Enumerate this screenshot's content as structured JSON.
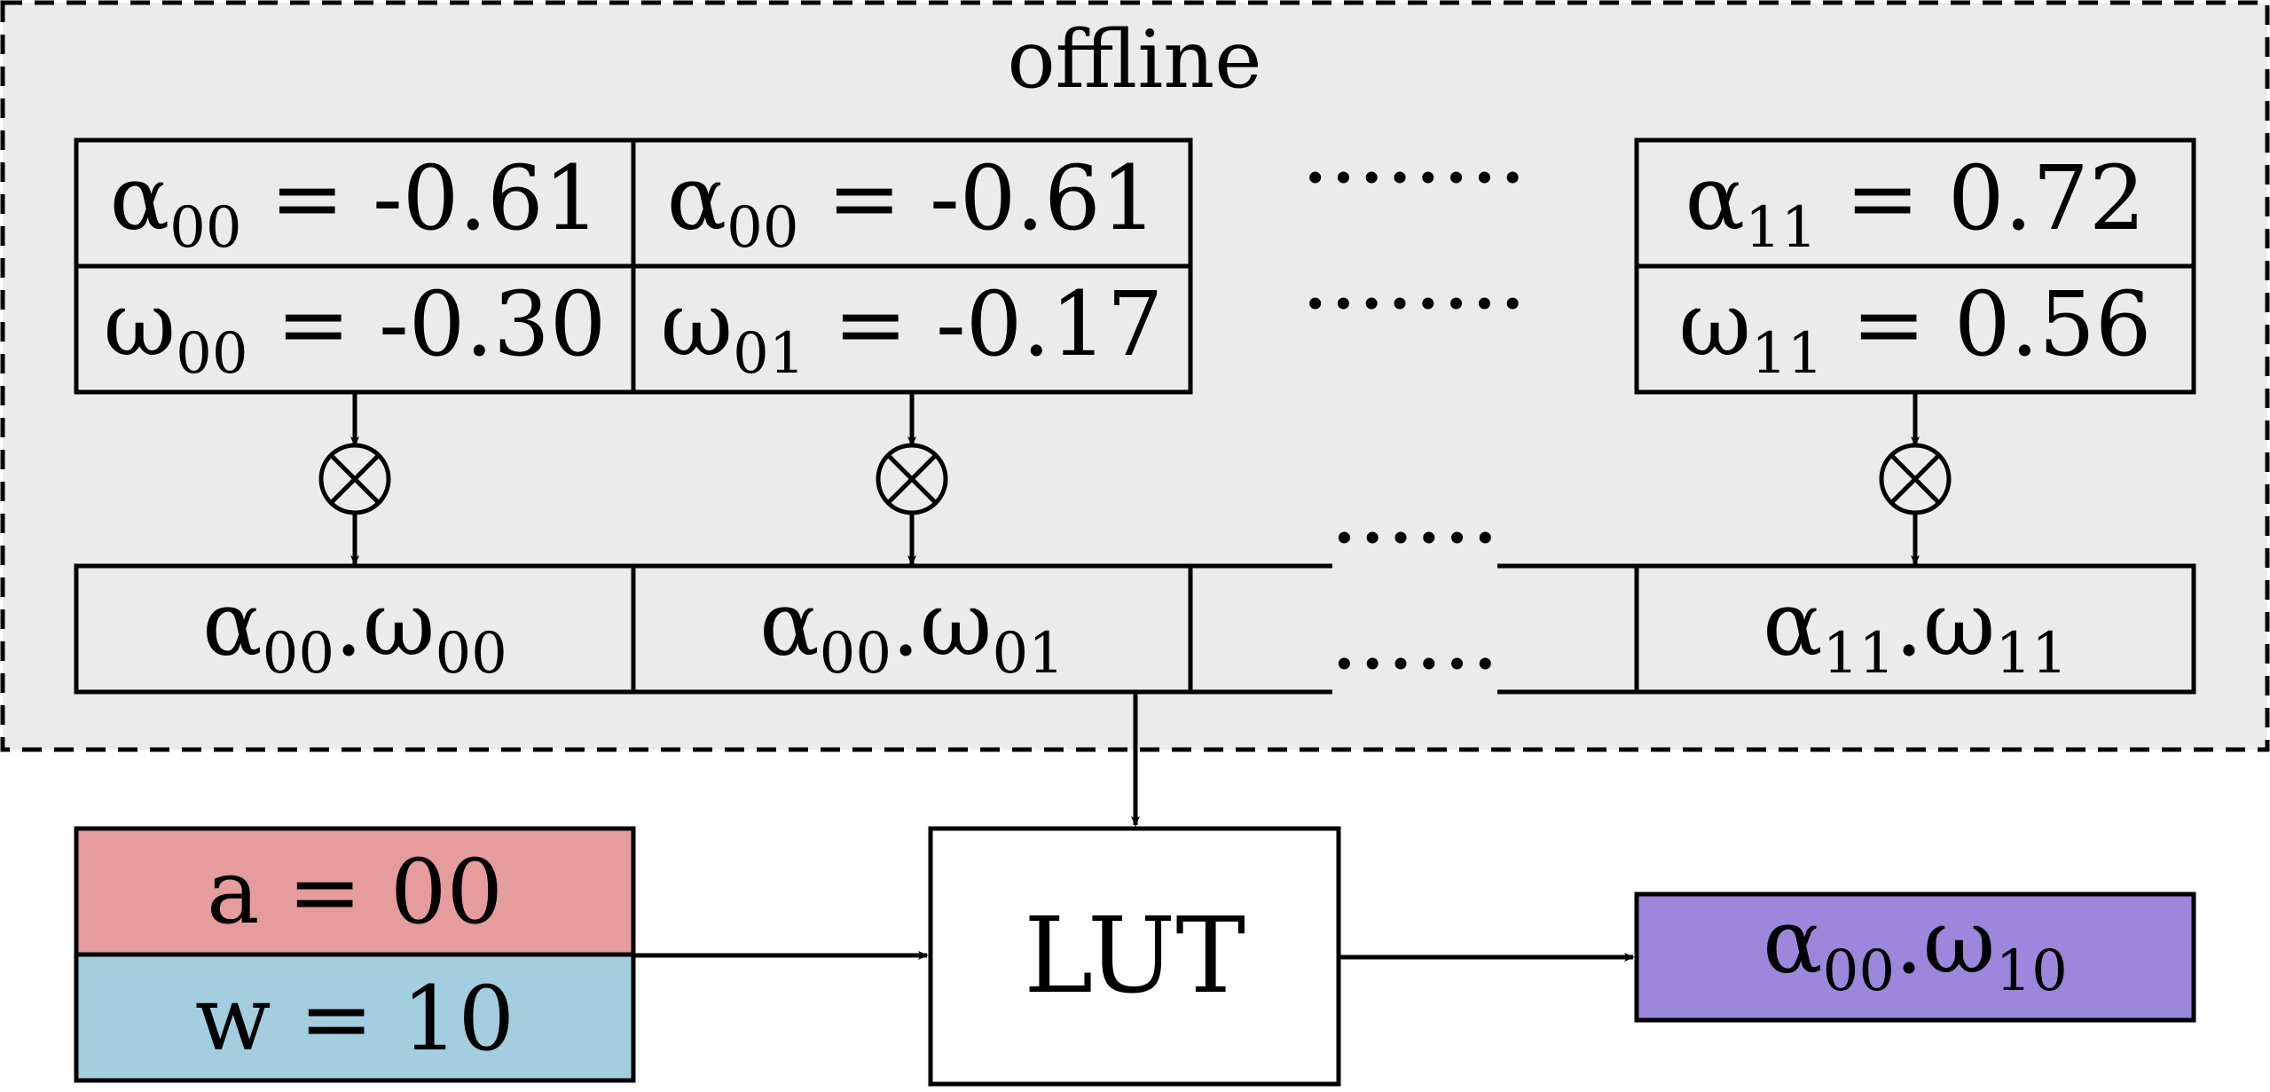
{
  "offline_label": "offline",
  "colors": {
    "offline_bg": "#ebebeb",
    "activation": "#e69c9c",
    "weight": "#a2cee0",
    "output": "#9c87dc",
    "stroke": "#000000",
    "white": "#ffffff"
  },
  "table_columns": [
    {
      "alpha": {
        "sym": "α",
        "sub": "00",
        "eq": " = -0.61"
      },
      "omega": {
        "sym": "ω",
        "sub": "00",
        "eq": " = -0.30"
      },
      "product": {
        "a": "α",
        "a_sub": "00",
        "dot": ".",
        "w": "ω",
        "w_sub": "00"
      }
    },
    {
      "alpha": {
        "sym": "α",
        "sub": "00",
        "eq": " = -0.61"
      },
      "omega": {
        "sym": "ω",
        "sub": "01",
        "eq": " = -0.17"
      },
      "product": {
        "a": "α",
        "a_sub": "00",
        "dot": ".",
        "w": "ω",
        "w_sub": "01"
      }
    },
    {
      "alpha": {
        "sym": "α",
        "sub": "11",
        "eq": " = 0.72"
      },
      "omega": {
        "sym": "ω",
        "sub": "11",
        "eq": " = 0.56"
      },
      "product": {
        "a": "α",
        "a_sub": "11",
        "dot": ".",
        "w": "ω",
        "w_sub": "11"
      }
    }
  ],
  "multiply_symbol": "⊗",
  "ellipsis": "········",
  "ellipsis_short": "······",
  "input_a": "a = 00",
  "input_w": "w = 10",
  "lut_label": "LUT",
  "output": {
    "a": "α",
    "a_sub": "00",
    "dot": ".",
    "w": "ω",
    "w_sub": "10"
  }
}
